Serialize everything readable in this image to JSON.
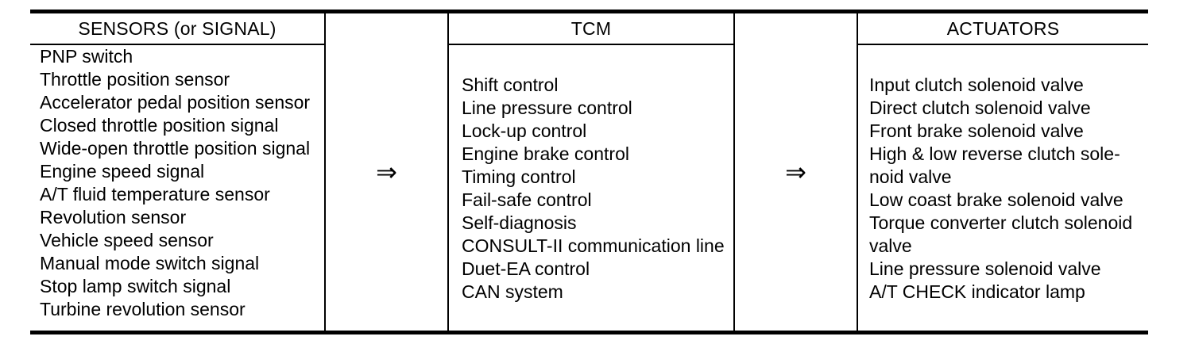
{
  "colors": {
    "background": "#ffffff",
    "line": "#000000",
    "text": "#000000"
  },
  "figure": {
    "arrow_symbol": "⇒",
    "columns": [
      {
        "id": "sensors",
        "header": "SENSORS (or SIGNAL)",
        "items": [
          "PNP switch",
          "Throttle position sensor",
          "Accelerator pedal position sensor",
          "Closed throttle position signal",
          "Wide-open throttle position signal",
          "Engine speed signal",
          "A/T fluid temperature sensor",
          "Revolution sensor",
          "Vehicle speed sensor",
          "Manual mode switch signal",
          "Stop lamp switch signal",
          "Turbine revolution sensor"
        ]
      },
      {
        "id": "tcm",
        "header": "TCM",
        "items": [
          "Shift control",
          "Line pressure control",
          "Lock-up control",
          "Engine brake control",
          "Timing control",
          "Fail-safe control",
          "Self-diagnosis",
          "CONSULT-II communication line",
          "Duet-EA control",
          "CAN system"
        ]
      },
      {
        "id": "actuators",
        "header": "ACTUATORS",
        "items": [
          "Input clutch solenoid valve",
          "Direct clutch solenoid valve",
          "Front brake solenoid valve",
          "High & low reverse clutch sole-\nnoid valve",
          "Low coast brake solenoid valve",
          "Torque converter clutch solenoid\nvalve",
          "Line pressure solenoid valve",
          "A/T CHECK indicator lamp"
        ]
      }
    ]
  }
}
